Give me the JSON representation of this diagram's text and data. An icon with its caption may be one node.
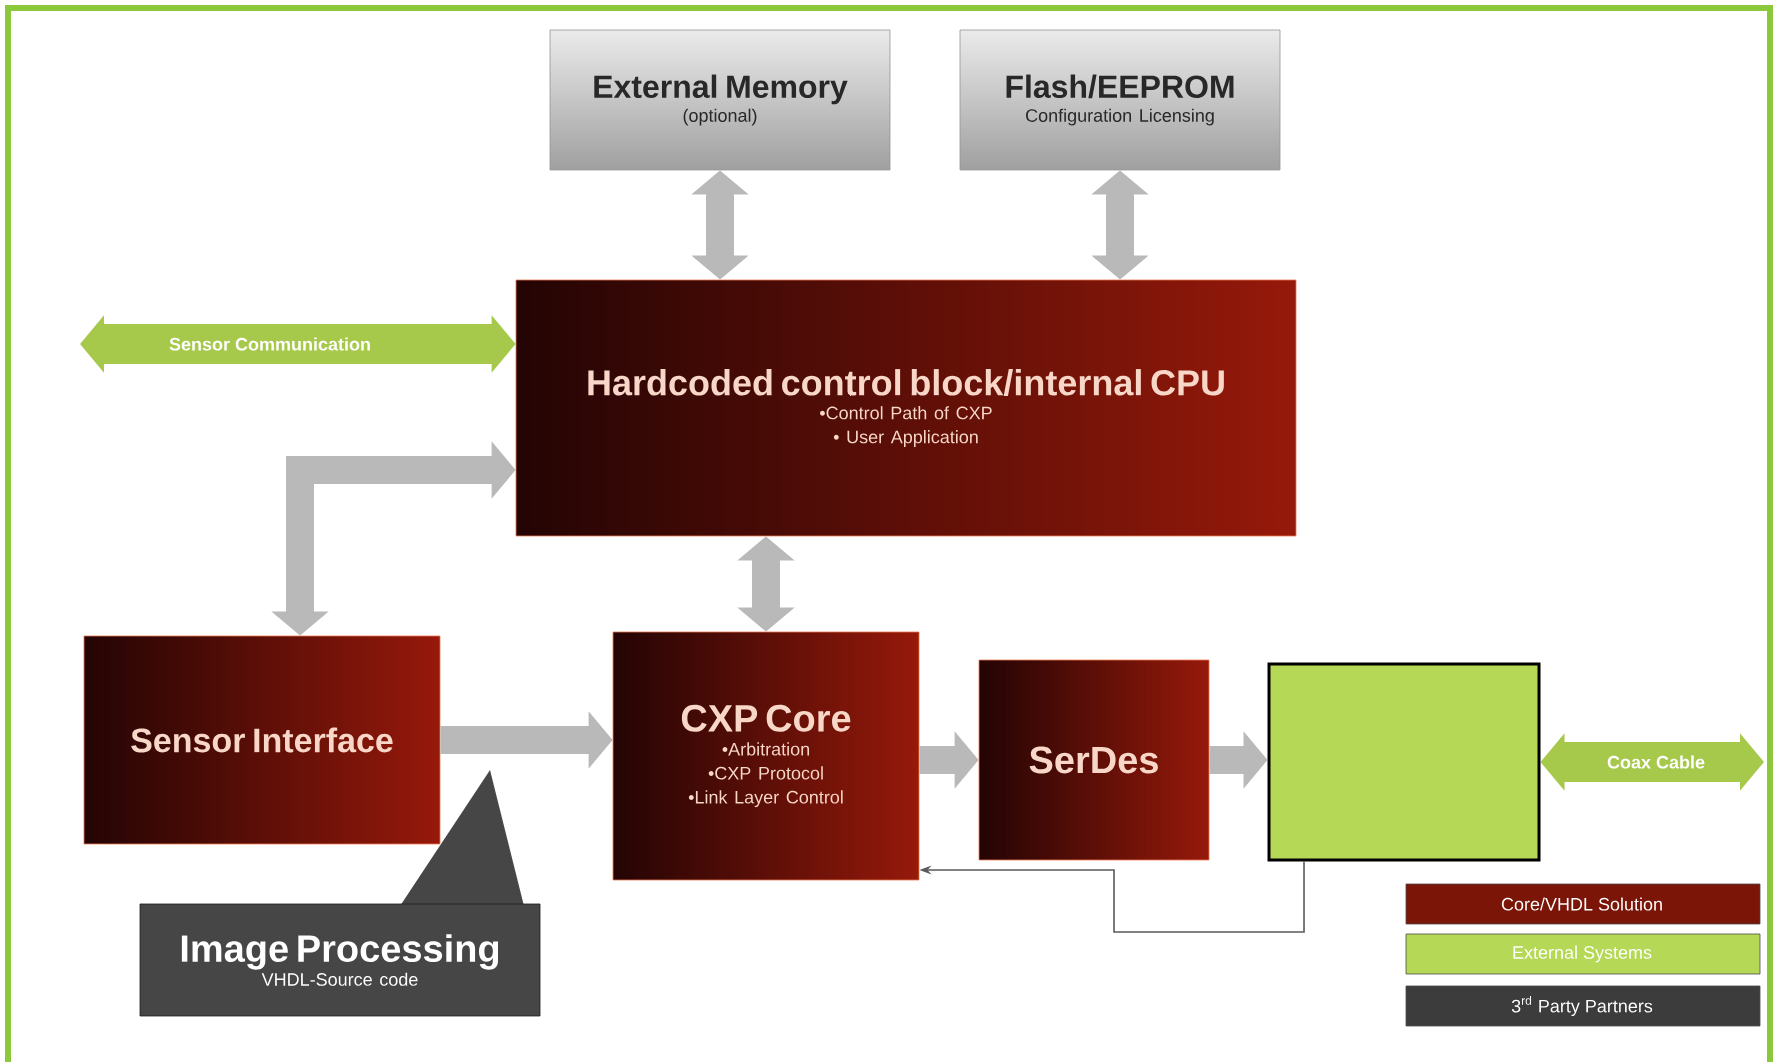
{
  "diagram": {
    "nodes": [
      {
        "text": [
          "External Memory",
          "(optional)"
        ]
      },
      {
        "text": [
          "Flash/EEPROM",
          "Configuration Licensing"
        ]
      },
      {
        "text": [
          "Hardcoded control block/internal CPU",
          "•Control Path of CXP",
          "• User Application"
        ]
      },
      {
        "text": [
          "Sensor Interface"
        ]
      },
      {
        "text": [
          "CXP Core",
          "•Arbitration",
          "•CXP Protocol",
          "•Link Layer Control"
        ]
      },
      {
        "text": [
          "SerDes"
        ]
      },
      {
        "text": [],
        "shape": "box"
      },
      {
        "text": [
          "Image Processing",
          "VHDL-Source code"
        ]
      }
    ],
    "edges": [
      {
        "from": 0,
        "to": 2,
        "arrow": "both"
      },
      {
        "from": 1,
        "to": 2,
        "arrow": "both"
      },
      {
        "from": 2,
        "to": 4,
        "arrow": "both"
      },
      {
        "from": 2,
        "to": 3,
        "arrow": "both"
      },
      {
        "from": 3,
        "to": 4,
        "arrow": "to"
      },
      {
        "from": 4,
        "to": 5,
        "arrow": "to"
      },
      {
        "from": 5,
        "to": 6,
        "arrow": "to"
      },
      {
        "from": 6,
        "to": 4,
        "arrow": "to",
        "color": "#5a5a5a"
      },
      {
        "from": null,
        "to": 2,
        "arrow": "both",
        "color": "#a6c94c",
        "label": "Sensor Communication"
      },
      {
        "from": 6,
        "to": null,
        "arrow": "both",
        "color": "#a6c94c",
        "label": "Coax Cable"
      }
    ],
    "legend": [
      {
        "text": "Core/VHDL Solution",
        "color": "#7a1508"
      },
      {
        "text": "External Systems",
        "color": "#b5d957"
      },
      {
        "text": "3$^{rd}$ Party Partners",
        "color": "#3c3c3c"
      }
    ]
  }
}
